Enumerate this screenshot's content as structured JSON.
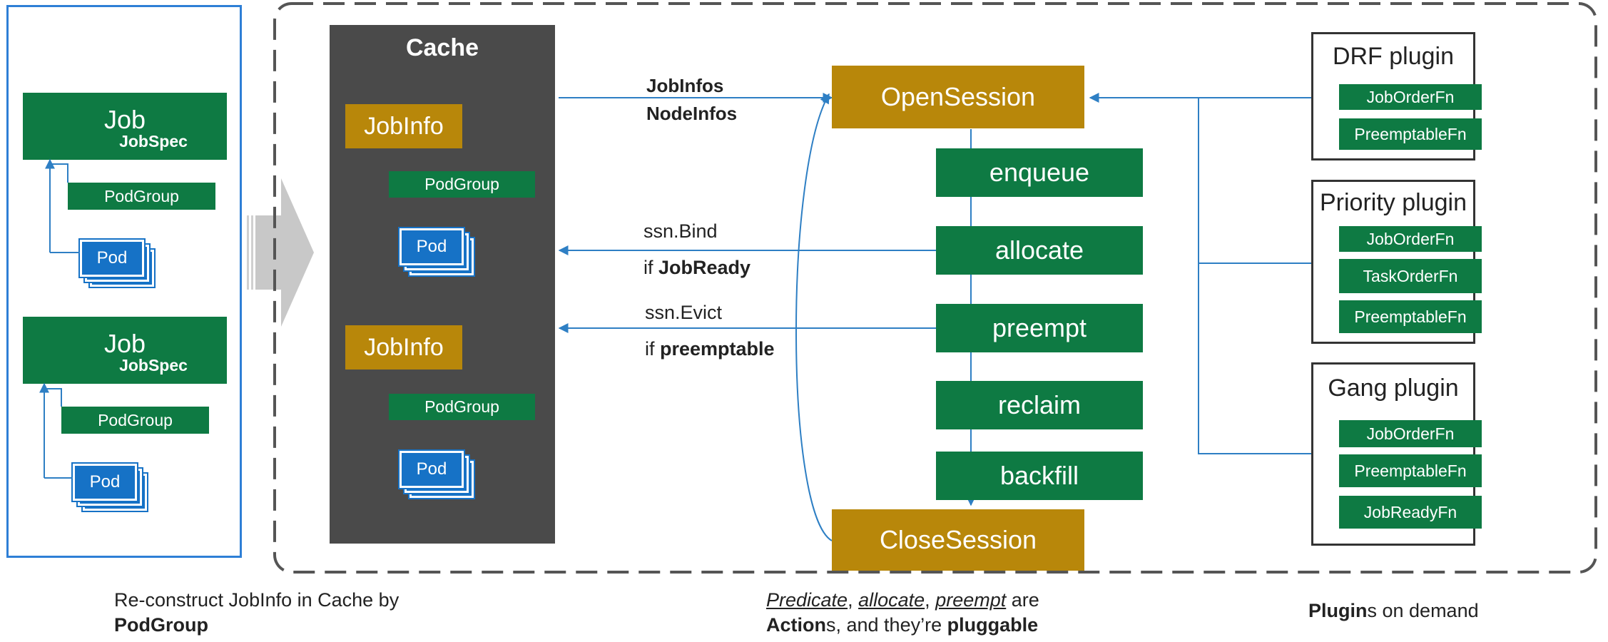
{
  "left": {
    "jobs": [
      {
        "title": "Job",
        "spec": "JobSpec",
        "podgroup": "PodGroup",
        "pod": "Pod"
      },
      {
        "title": "Job",
        "spec": "JobSpec",
        "podgroup": "PodGroup",
        "pod": "Pod"
      }
    ],
    "caption_line1": "Re-construct JobInfo in Cache by",
    "caption_line2": "PodGroup"
  },
  "cache": {
    "title": "Cache",
    "jobinfos": [
      {
        "title": "JobInfo",
        "podgroup": "PodGroup",
        "pod": "Pod"
      },
      {
        "title": "JobInfo",
        "podgroup": "PodGroup",
        "pod": "Pod"
      }
    ]
  },
  "flow": {
    "to_session_line1": "JobInfos",
    "to_session_line2": "NodeInfos",
    "bind_label": "ssn.Bind",
    "bind_cond_prefix": "if ",
    "bind_cond": "JobReady",
    "evict_label": "ssn.Evict",
    "evict_cond_prefix": "if ",
    "evict_cond": "preemptable"
  },
  "session": {
    "open": "OpenSession",
    "close": "CloseSession",
    "actions": [
      "enqueue",
      "allocate",
      "preempt",
      "reclaim",
      "backfill"
    ]
  },
  "actions_caption": {
    "w1": "Predicate",
    "sep1": ", ",
    "w2": "allocate",
    "sep2": ", ",
    "w3": "preempt",
    "tail1": " are",
    "bold": "Action",
    "tail2": "s, and they’re ",
    "bold2": "pluggable"
  },
  "plugins": [
    {
      "title": "DRF plugin",
      "fns": [
        "JobOrderFn",
        "PreemptableFn"
      ]
    },
    {
      "title": "Priority plugin",
      "fns": [
        "JobOrderFn",
        "TaskOrderFn",
        "PreemptableFn"
      ]
    },
    {
      "title": "Gang plugin",
      "fns": [
        "JobOrderFn",
        "PreemptableFn",
        "JobReadyFn"
      ]
    }
  ],
  "plugins_caption": {
    "bold": "Plugin",
    "rest": "s on demand"
  },
  "colors": {
    "green": "#0e7a43",
    "gold": "#b8870a",
    "pod_blue": "#1672c6",
    "cache_bg": "#4a4a4a",
    "arrow": "#2e7fc4"
  }
}
